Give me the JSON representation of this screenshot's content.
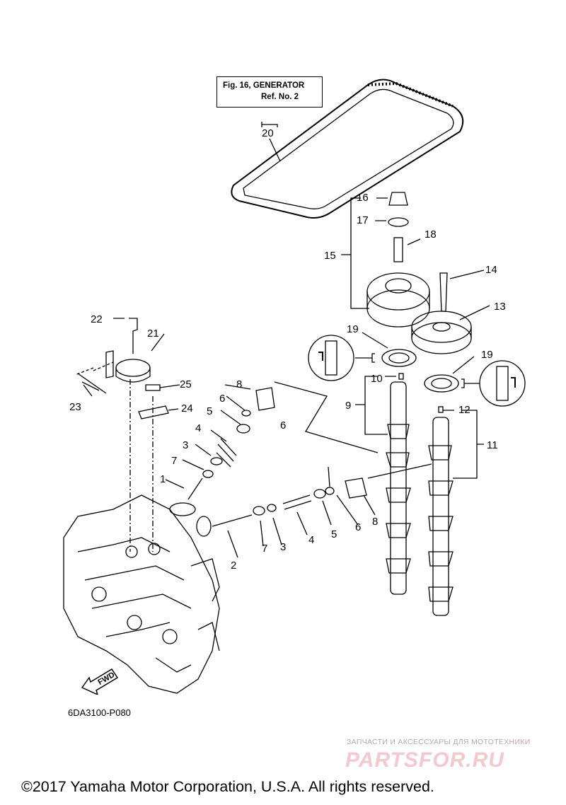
{
  "reference_box": {
    "line1": "Fig. 16, GENERATOR",
    "line2": "Ref. No. 2"
  },
  "callouts": [
    "1",
    "2",
    "3",
    "3",
    "4",
    "4",
    "5",
    "5",
    "6",
    "6",
    "6",
    "7",
    "7",
    "8",
    "8",
    "9",
    "10",
    "11",
    "12",
    "13",
    "14",
    "15",
    "16",
    "17",
    "18",
    "19",
    "19",
    "20",
    "21",
    "22",
    "23",
    "24",
    "25"
  ],
  "fwd_label": "FWD",
  "diagram_code": "6DA3100-P080",
  "watermark": {
    "line1": "ЗАПЧАСТИ И АКСЕССУАРЫ ДЛЯ МОТОТЕХНИКИ",
    "brand": "PARTSFOR.RU"
  },
  "copyright": "©2017 Yamaha Motor Corporation, U.S.A. All rights reserved.",
  "colors": {
    "line": "#000000",
    "watermark_text": "#b8a8a8",
    "watermark_brand": "#f3c9cf"
  }
}
